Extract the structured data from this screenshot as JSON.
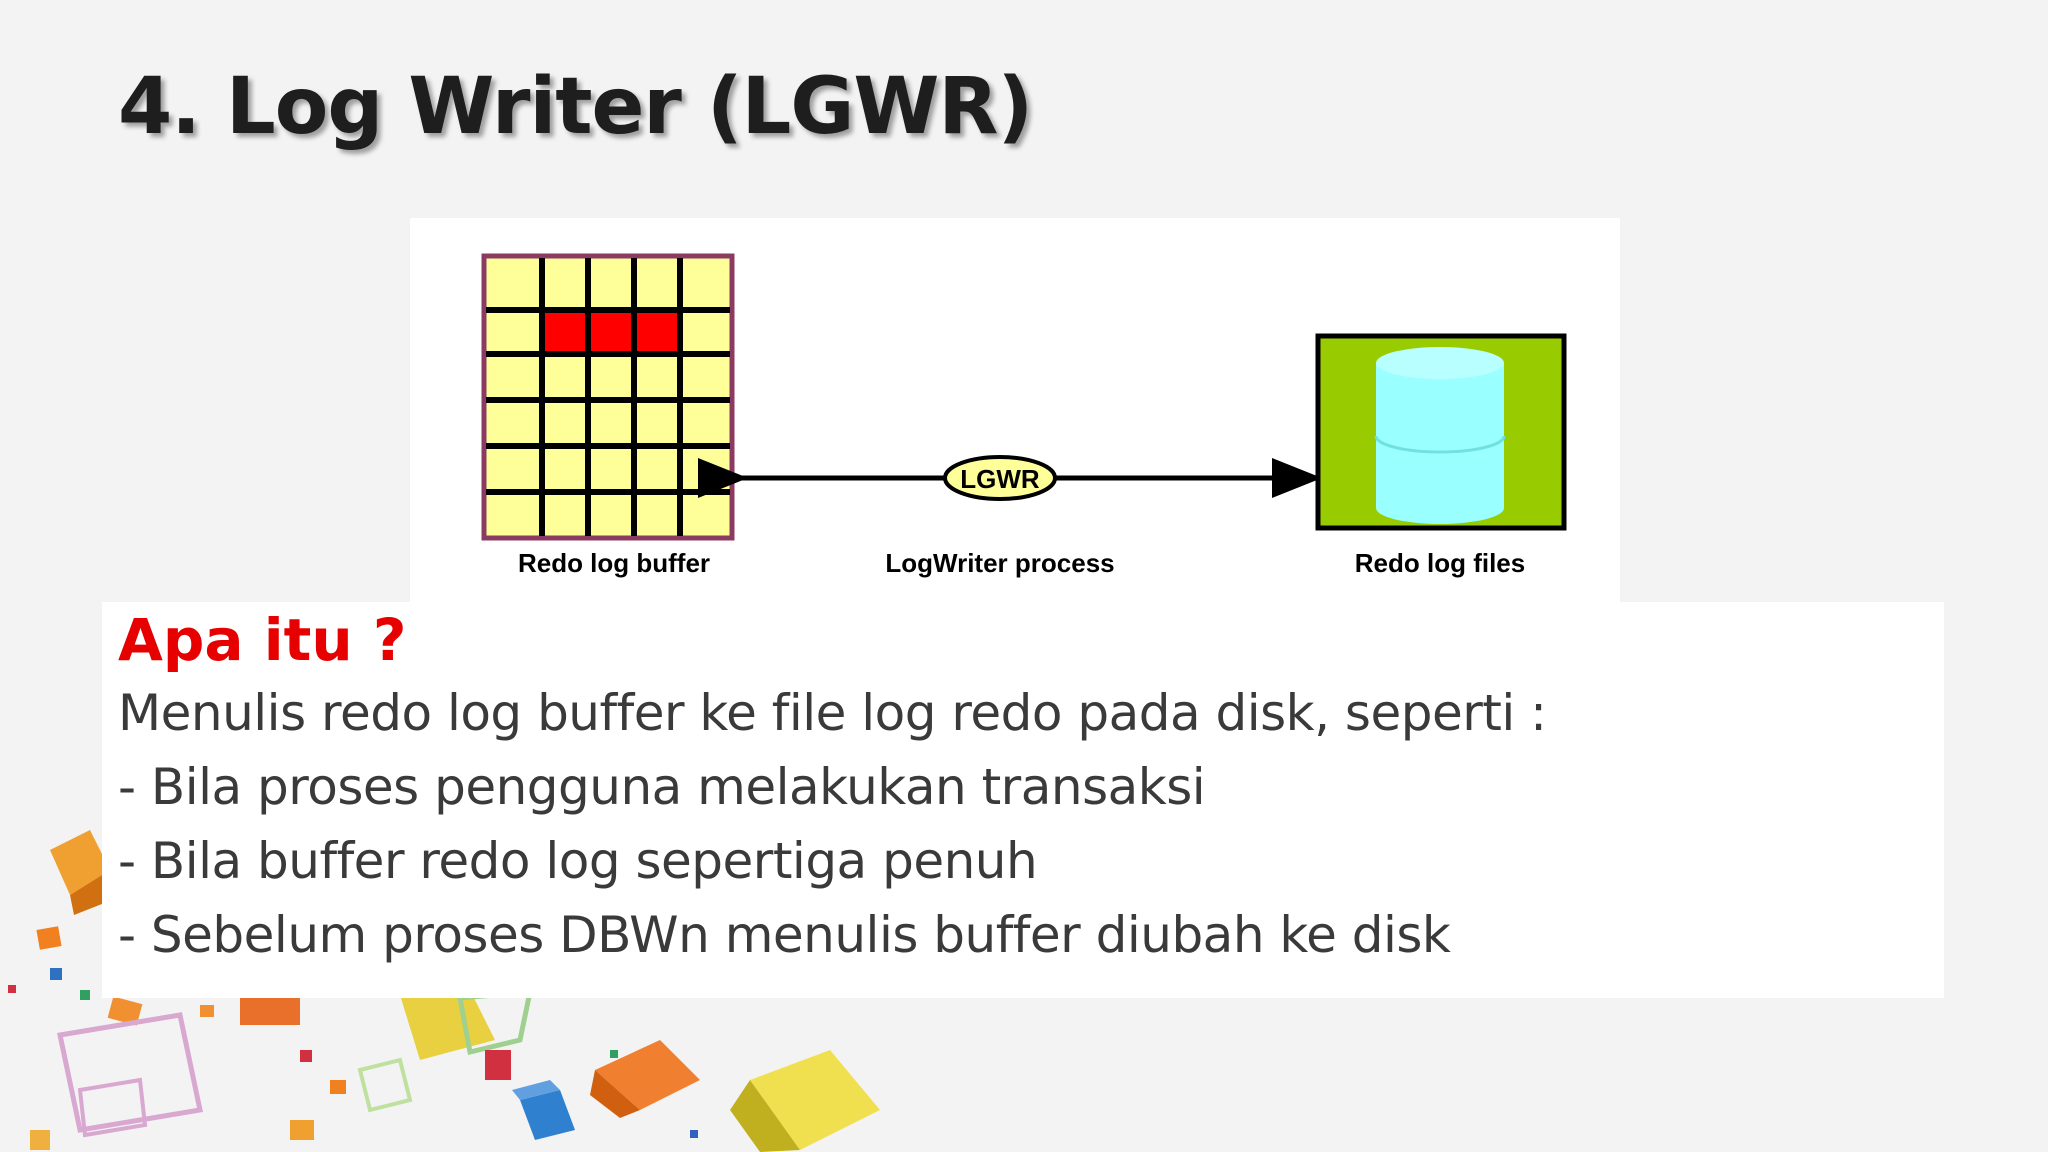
{
  "slide": {
    "title": "4. Log Writer (LGWR)"
  },
  "diagram": {
    "buffer_label": "Redo log buffer",
    "process_label": "LogWriter process",
    "process_badge": "LGWR",
    "files_label": "Redo log files",
    "colors": {
      "buffer_cell": "#ffff99",
      "buffer_dirty": "#ff0000",
      "buffer_border": "#8b3a62",
      "files_bg": "#99cc00",
      "cylinder": "#99ffff",
      "badge_fill": "#ffff99"
    }
  },
  "content": {
    "heading": "Apa itu ?",
    "lines": [
      "Menulis redo log buffer ke file log redo pada disk, seperti :",
      "- Bila proses pengguna melakukan transaksi",
      "- Bila buffer redo log sepertiga penuh",
      "- Sebelum proses DBWn menulis buffer diubah ke disk"
    ]
  }
}
